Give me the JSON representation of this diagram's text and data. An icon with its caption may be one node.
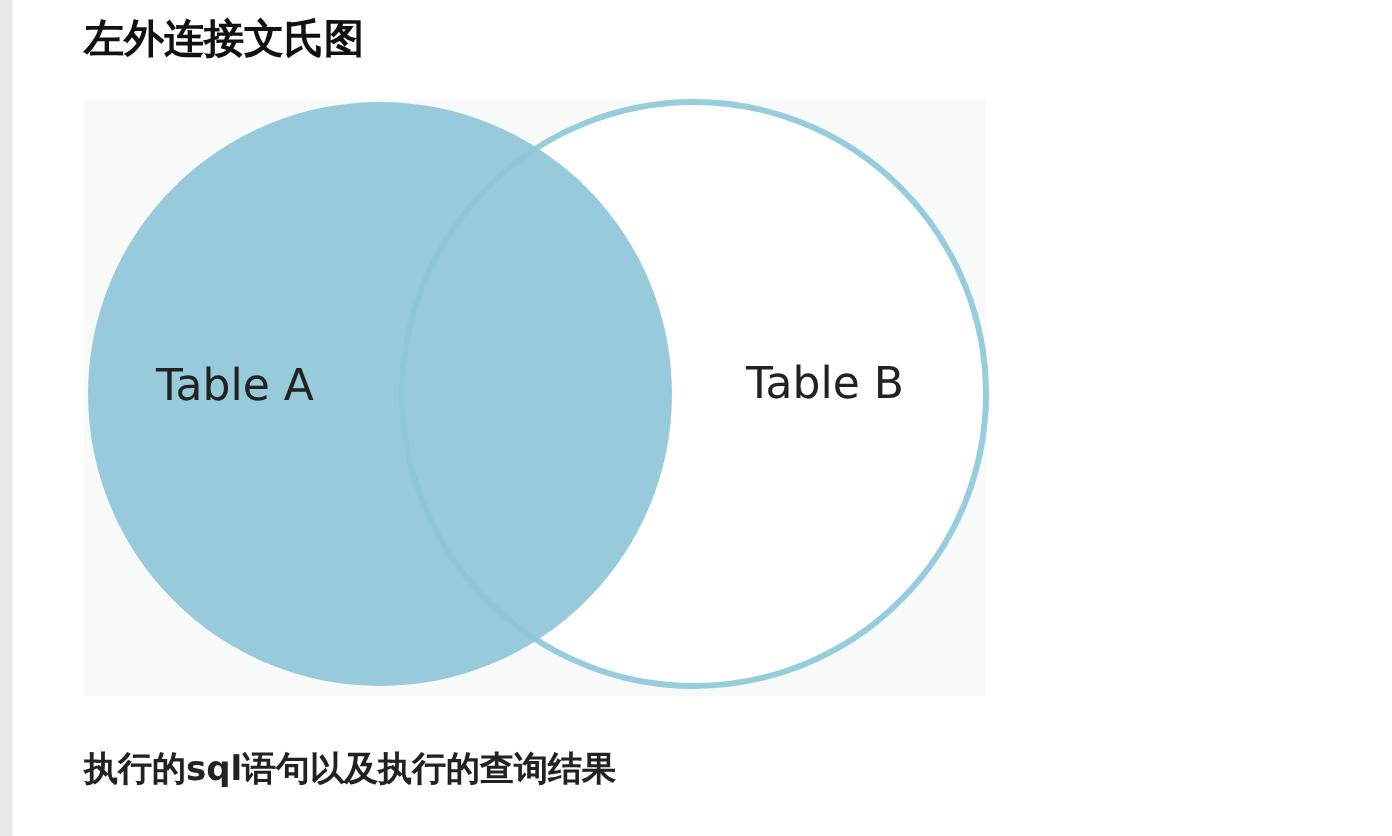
{
  "diagram": {
    "title": "左外连接文氏图",
    "nodes": [
      {
        "text": [
          "Table A"
        ]
      },
      {
        "text": [
          "Table B"
        ]
      }
    ],
    "edges": [],
    "caption": "执行的**sql**语句以及执行的查询结果"
  }
}
